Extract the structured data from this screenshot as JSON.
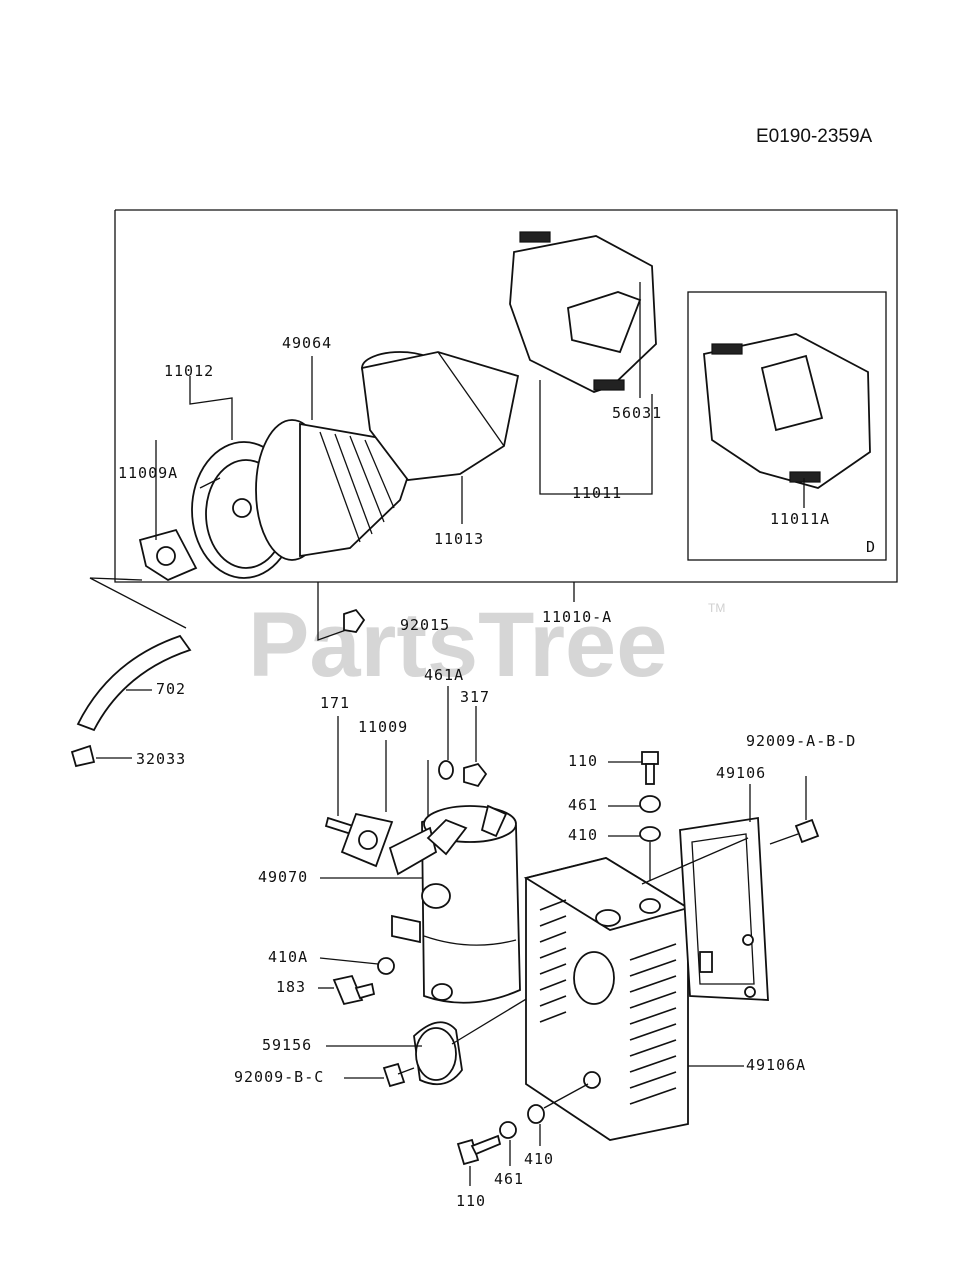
{
  "diagram_code": "E0190-2359A",
  "watermark": "PartsTree",
  "trademark": "TM",
  "box_d_label": "D",
  "labels": {
    "p11012": "11012",
    "p49064": "49064",
    "p11009A": "11009A",
    "p11013": "11013",
    "p56031": "56031",
    "p11011": "11011",
    "p11011A": "11011A",
    "p92015": "92015",
    "p11010A": "11010-A",
    "p702": "702",
    "p32033": "32033",
    "p461A": "461A",
    "p317": "317",
    "p171": "171",
    "p11009": "11009",
    "p110a": "110",
    "p92009ABD": "92009-A-B-D",
    "p461a": "461",
    "p49106": "49106",
    "p410a": "410",
    "p49070": "49070",
    "p410A": "410A",
    "p183": "183",
    "p59156": "59156",
    "p92009BC": "92009-B-C",
    "p49106A": "49106A",
    "p410b": "410",
    "p461b": "461",
    "p110b": "110"
  }
}
